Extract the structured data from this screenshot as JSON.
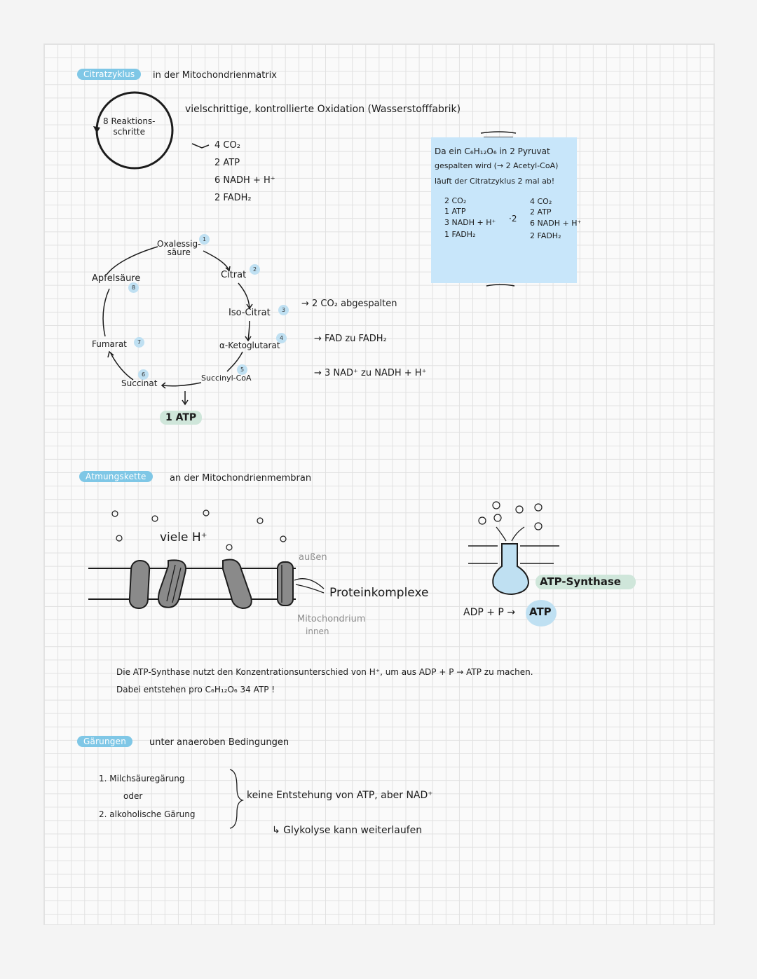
{
  "citrate": {
    "tag": "Citratzyklus",
    "location": "in der Mitochondrienmatrix",
    "steps_label": "8 Reaktions-\nschritte",
    "description": "vielschrittige, kontrollierte Oxidation (Wasserstofffabrik)",
    "products": [
      "4 CO₂",
      "2 ATP",
      "6 NADH + H⁺",
      "2 FADH₂"
    ],
    "cycle": {
      "oxalessig": "Oxalessig-\nsäure",
      "citrat": "Citrat",
      "isocitrat": "Iso-Citrat",
      "ketoglutarat": "α-Ketoglutarat",
      "succinylcoa": "Succinyl-CoA",
      "succinat": "Succinat",
      "fumarat": "Fumarat",
      "apfelsaeure": "Apfelsäure",
      "n1": "1",
      "n2": "2",
      "n3": "3",
      "n4": "4",
      "n5": "5",
      "n6": "6",
      "n7": "7",
      "n8": "8",
      "atp": "1 ATP"
    },
    "notes": [
      "→ 2 CO₂ abgespalten",
      "→ FAD zu FADH₂",
      "→ 3 NAD⁺ zu NADH + H⁺"
    ],
    "sticky": {
      "line1": "Da ein C₆H₁₂O₆ in 2 Pyruvat",
      "line2": "gespalten wird (→ 2 Acetyl-CoA)",
      "line3": "läuft der Citratzyklus 2 mal ab!",
      "left": [
        "2 CO₂",
        "1 ATP",
        "3 NADH + H⁺",
        "1 FADH₂"
      ],
      "factor": "·2",
      "right": [
        "4 CO₂",
        "2 ATP",
        "6 NADH + H⁺",
        "2 FADH₂"
      ]
    }
  },
  "respiration": {
    "tag": "Atmungskette",
    "location": "an der Mitochondrienmembran",
    "ions": "viele H⁺",
    "outside": "außen",
    "complexes": "Proteinkomplexe",
    "mito": "Mitochondrium",
    "inside": "innen",
    "synthase": "ATP-Synthase",
    "equation": "ADP + P →",
    "atp": "ATP",
    "summary1": "Die ATP-Synthase nutzt den Konzentrationsunterschied von H⁺, um aus ADP + P → ATP zu machen.",
    "summary2": "Dabei entstehen pro C₆H₁₂O₆ 34 ATP !"
  },
  "fermentation": {
    "tag": "Gärungen",
    "condition": "unter anaeroben Bedingungen",
    "item1": "1. Milchsäuregärung",
    "or": "oder",
    "item2": "2. alkoholische Gärung",
    "result": "keine Entstehung von ATP, aber NAD⁺",
    "consequence": "↳ Glykolyse kann weiterlaufen"
  },
  "colors": {
    "accent_blue": "#7fc7e6",
    "light_blue": "#c8e6fa",
    "light_green": "#cfe6da",
    "complex_grey": "#8a8a8a"
  }
}
